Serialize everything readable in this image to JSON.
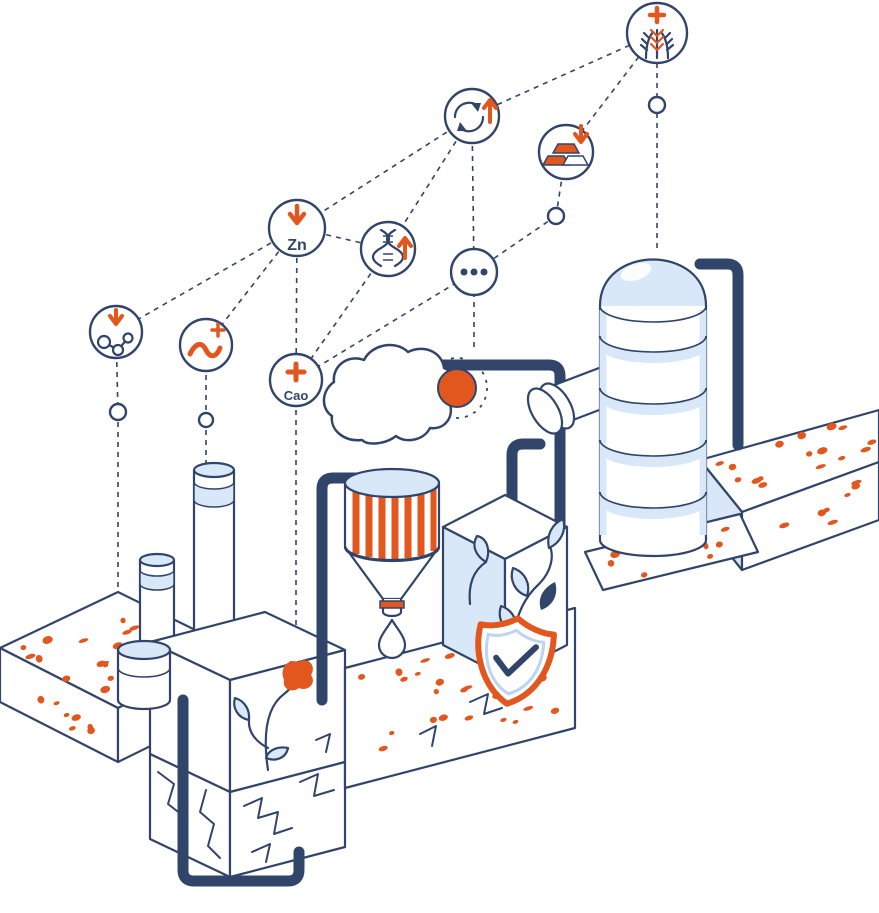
{
  "illustration": {
    "colors": {
      "navy": "#31456b",
      "orange": "#e2571e",
      "light_blue": "#d9e8f9",
      "pale_blue": "#bcd6f0",
      "white": "#ffffff",
      "background": "#ffffff"
    },
    "nodes": [
      {
        "id": "wheat",
        "icon": "wheat-plus-icon",
        "label": ""
      },
      {
        "id": "recycle",
        "icon": "recycle-up-icon",
        "label": ""
      },
      {
        "id": "minerals",
        "icon": "gold-bars-down-icon",
        "label": ""
      },
      {
        "id": "zinc",
        "icon": "arrow-down-icon",
        "label": "Zn"
      },
      {
        "id": "dna",
        "icon": "dna-up-icon",
        "label": ""
      },
      {
        "id": "more",
        "icon": "ellipsis-icon",
        "label": ""
      },
      {
        "id": "molecule",
        "icon": "molecule-down-icon",
        "label": ""
      },
      {
        "id": "worm",
        "icon": "worm-plus-icon",
        "label": ""
      },
      {
        "id": "cao",
        "icon": "plus-icon",
        "label": "Cao"
      }
    ]
  }
}
